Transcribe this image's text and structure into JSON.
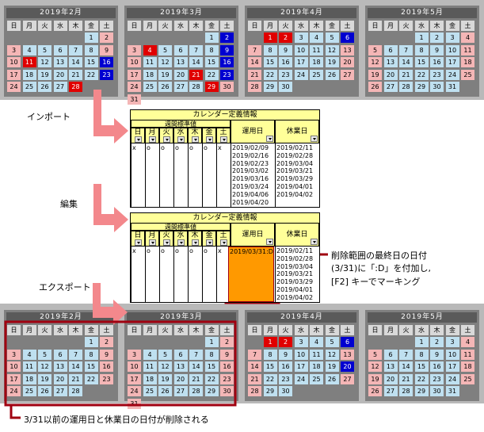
{
  "weekdays": [
    "日",
    "月",
    "火",
    "水",
    "木",
    "金",
    "土"
  ],
  "calendars_top": [
    {
      "title": "2019年2月",
      "offset": 5,
      "days": 28,
      "red": [
        11,
        28
      ],
      "blue": [
        16,
        23
      ],
      "extra_hol": []
    },
    {
      "title": "2019年3月",
      "offset": 5,
      "days": 31,
      "red": [
        4,
        21,
        29
      ],
      "blue": [
        2,
        9,
        16,
        23
      ],
      "extra_hol": []
    },
    {
      "title": "2019年4月",
      "offset": 1,
      "days": 30,
      "red": [
        1,
        2
      ],
      "blue": [
        6
      ],
      "extra_hol": []
    },
    {
      "title": "2019年5月",
      "offset": 3,
      "days": 31,
      "red": [],
      "blue": [],
      "extra_hol": []
    }
  ],
  "calendars_bottom": [
    {
      "title": "2019年2月",
      "offset": 5,
      "days": 28,
      "red": [],
      "blue": [],
      "extra_hol": []
    },
    {
      "title": "2019年3月",
      "offset": 5,
      "days": 31,
      "red": [],
      "blue": [],
      "extra_hol": []
    },
    {
      "title": "2019年4月",
      "offset": 1,
      "days": 30,
      "red": [
        1,
        2
      ],
      "blue": [
        6,
        20
      ],
      "extra_hol": []
    },
    {
      "title": "2019年5月",
      "offset": 3,
      "days": 31,
      "red": [],
      "blue": [],
      "extra_hol": []
    }
  ],
  "steps": {
    "import": "インポート",
    "edit": "編集",
    "export": "エクスポート"
  },
  "sheet": {
    "title": "カレンダー定義情報",
    "week_header": "週間標準値",
    "op_header": "運用日",
    "hol_header": "休業日",
    "pattern": [
      "x",
      "o",
      "o",
      "o",
      "o",
      "o",
      "x"
    ],
    "op_dates": [
      "2019/02/09",
      "2019/02/16",
      "2019/02/23",
      "2019/03/02",
      "2019/03/16",
      "2019/03/24",
      "2019/04/06",
      "2019/04/20"
    ],
    "hol_dates": [
      "2019/02/11",
      "2019/02/28",
      "2019/03/04",
      "2019/03/21",
      "2019/03/29",
      "2019/04/01",
      "2019/04/02"
    ]
  },
  "sheet2": {
    "op_marked": "2019/03/31:D",
    "hol_dates": [
      "2019/02/11",
      "2019/02/28",
      "2019/03/04",
      "2019/03/21",
      "2019/03/29",
      "2019/04/01",
      "2019/04/02"
    ]
  },
  "callout_edit": [
    "削除範囲の最終日の日付",
    "(3/31)に「:D」を付加し,",
    "[F2] キーでマーキング"
  ],
  "callout_export": "3/31以前の運用日と休業日の日付が削除される"
}
